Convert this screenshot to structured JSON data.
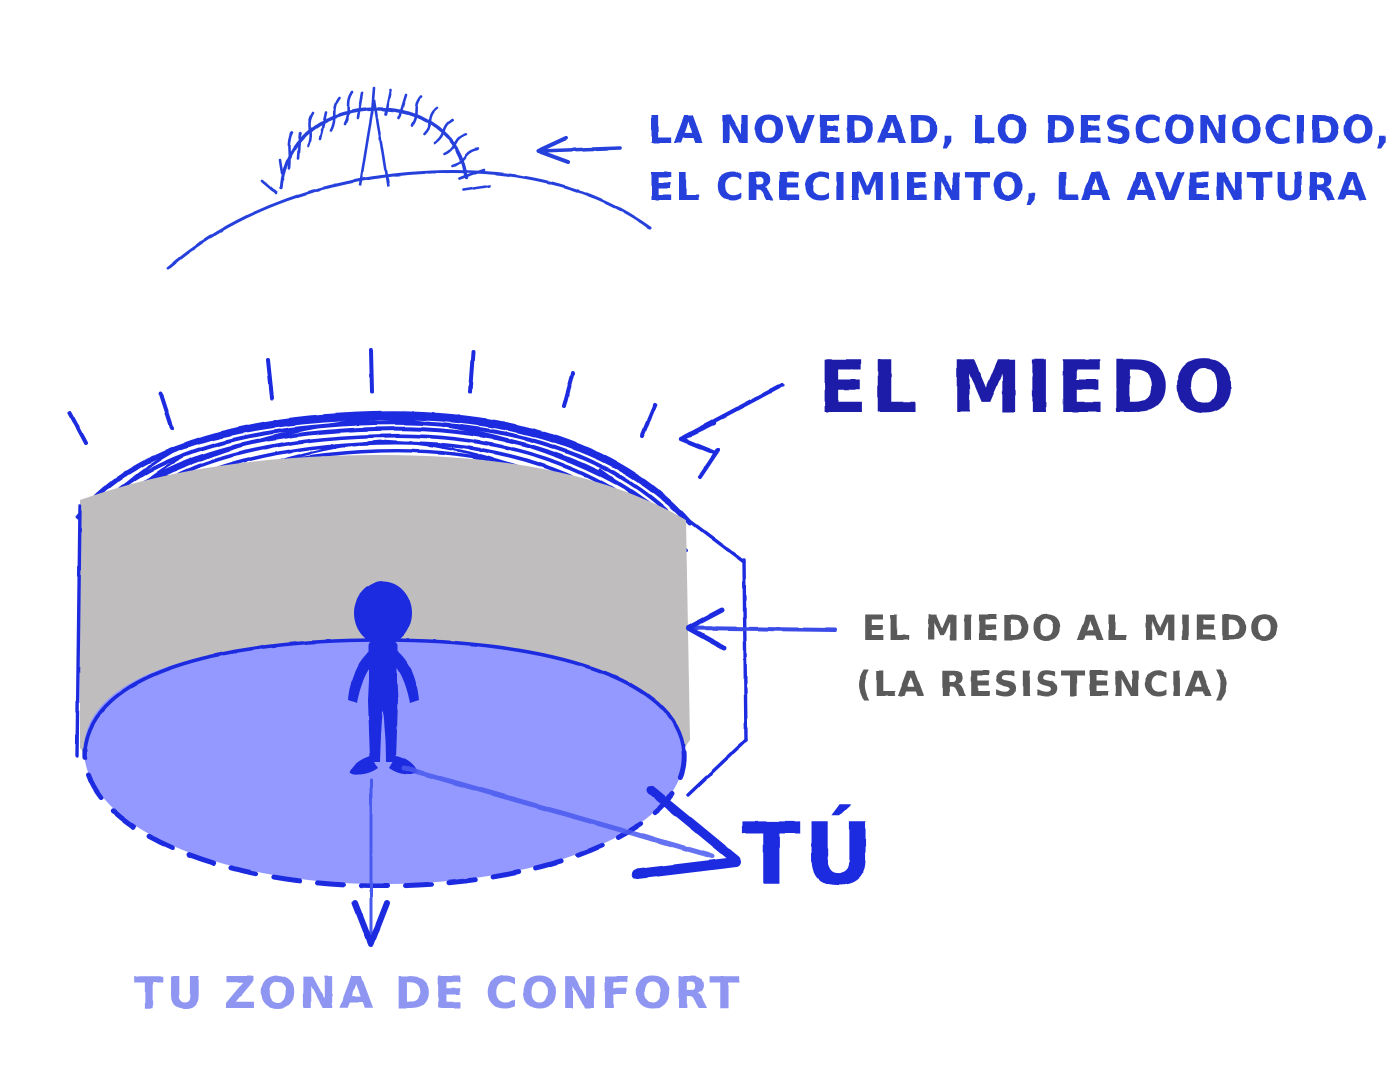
{
  "diagram": {
    "title_semantic": "comfort-zone-fear-diagram",
    "labels": {
      "novelty_line1": "LA NOVEDAD, LO DESCONOCIDO,",
      "novelty_line2": "EL CRECIMIENTO, LA AVENTURA",
      "fear": "EL MIEDO",
      "resistance_line1": "EL MIEDO AL MIEDO",
      "resistance_line2": "(LA RESISTENCIA)",
      "you": "TÚ",
      "comfort_zone": "TU ZONA DE CONFORT"
    },
    "icons": {
      "sun_over_horizon": "sunrise-icon",
      "stick_figure": "person-icon",
      "arrow_to_sun": "arrow-left-icon",
      "arrow_to_fear_dome": "arrow-down-left-icon",
      "arrow_to_wall": "arrow-left-icon",
      "arrow_to_person": "arrow-up-left-icon",
      "arrow_to_comfort_zone": "arrow-down-icon"
    },
    "colors": {
      "ink_blue": "#1B2BE0",
      "deep_blue": "#1A1AA8",
      "text_blue": "#2540DC",
      "light_periwinkle": "#9399FF",
      "label_periwinkle": "#8E96F2",
      "cylinder_gray": "#C0BDBE",
      "resistance_gray": "#5A5A5A",
      "background": "#FFFFFF"
    },
    "shapes": {
      "cylinder_body_label": "resistance-wall",
      "cylinder_floor_label": "comfort-zone-floor",
      "cylinder_dome_label": "fear-barrier-dome",
      "ray_count_dome": 11,
      "ray_count_sun": 15
    }
  }
}
